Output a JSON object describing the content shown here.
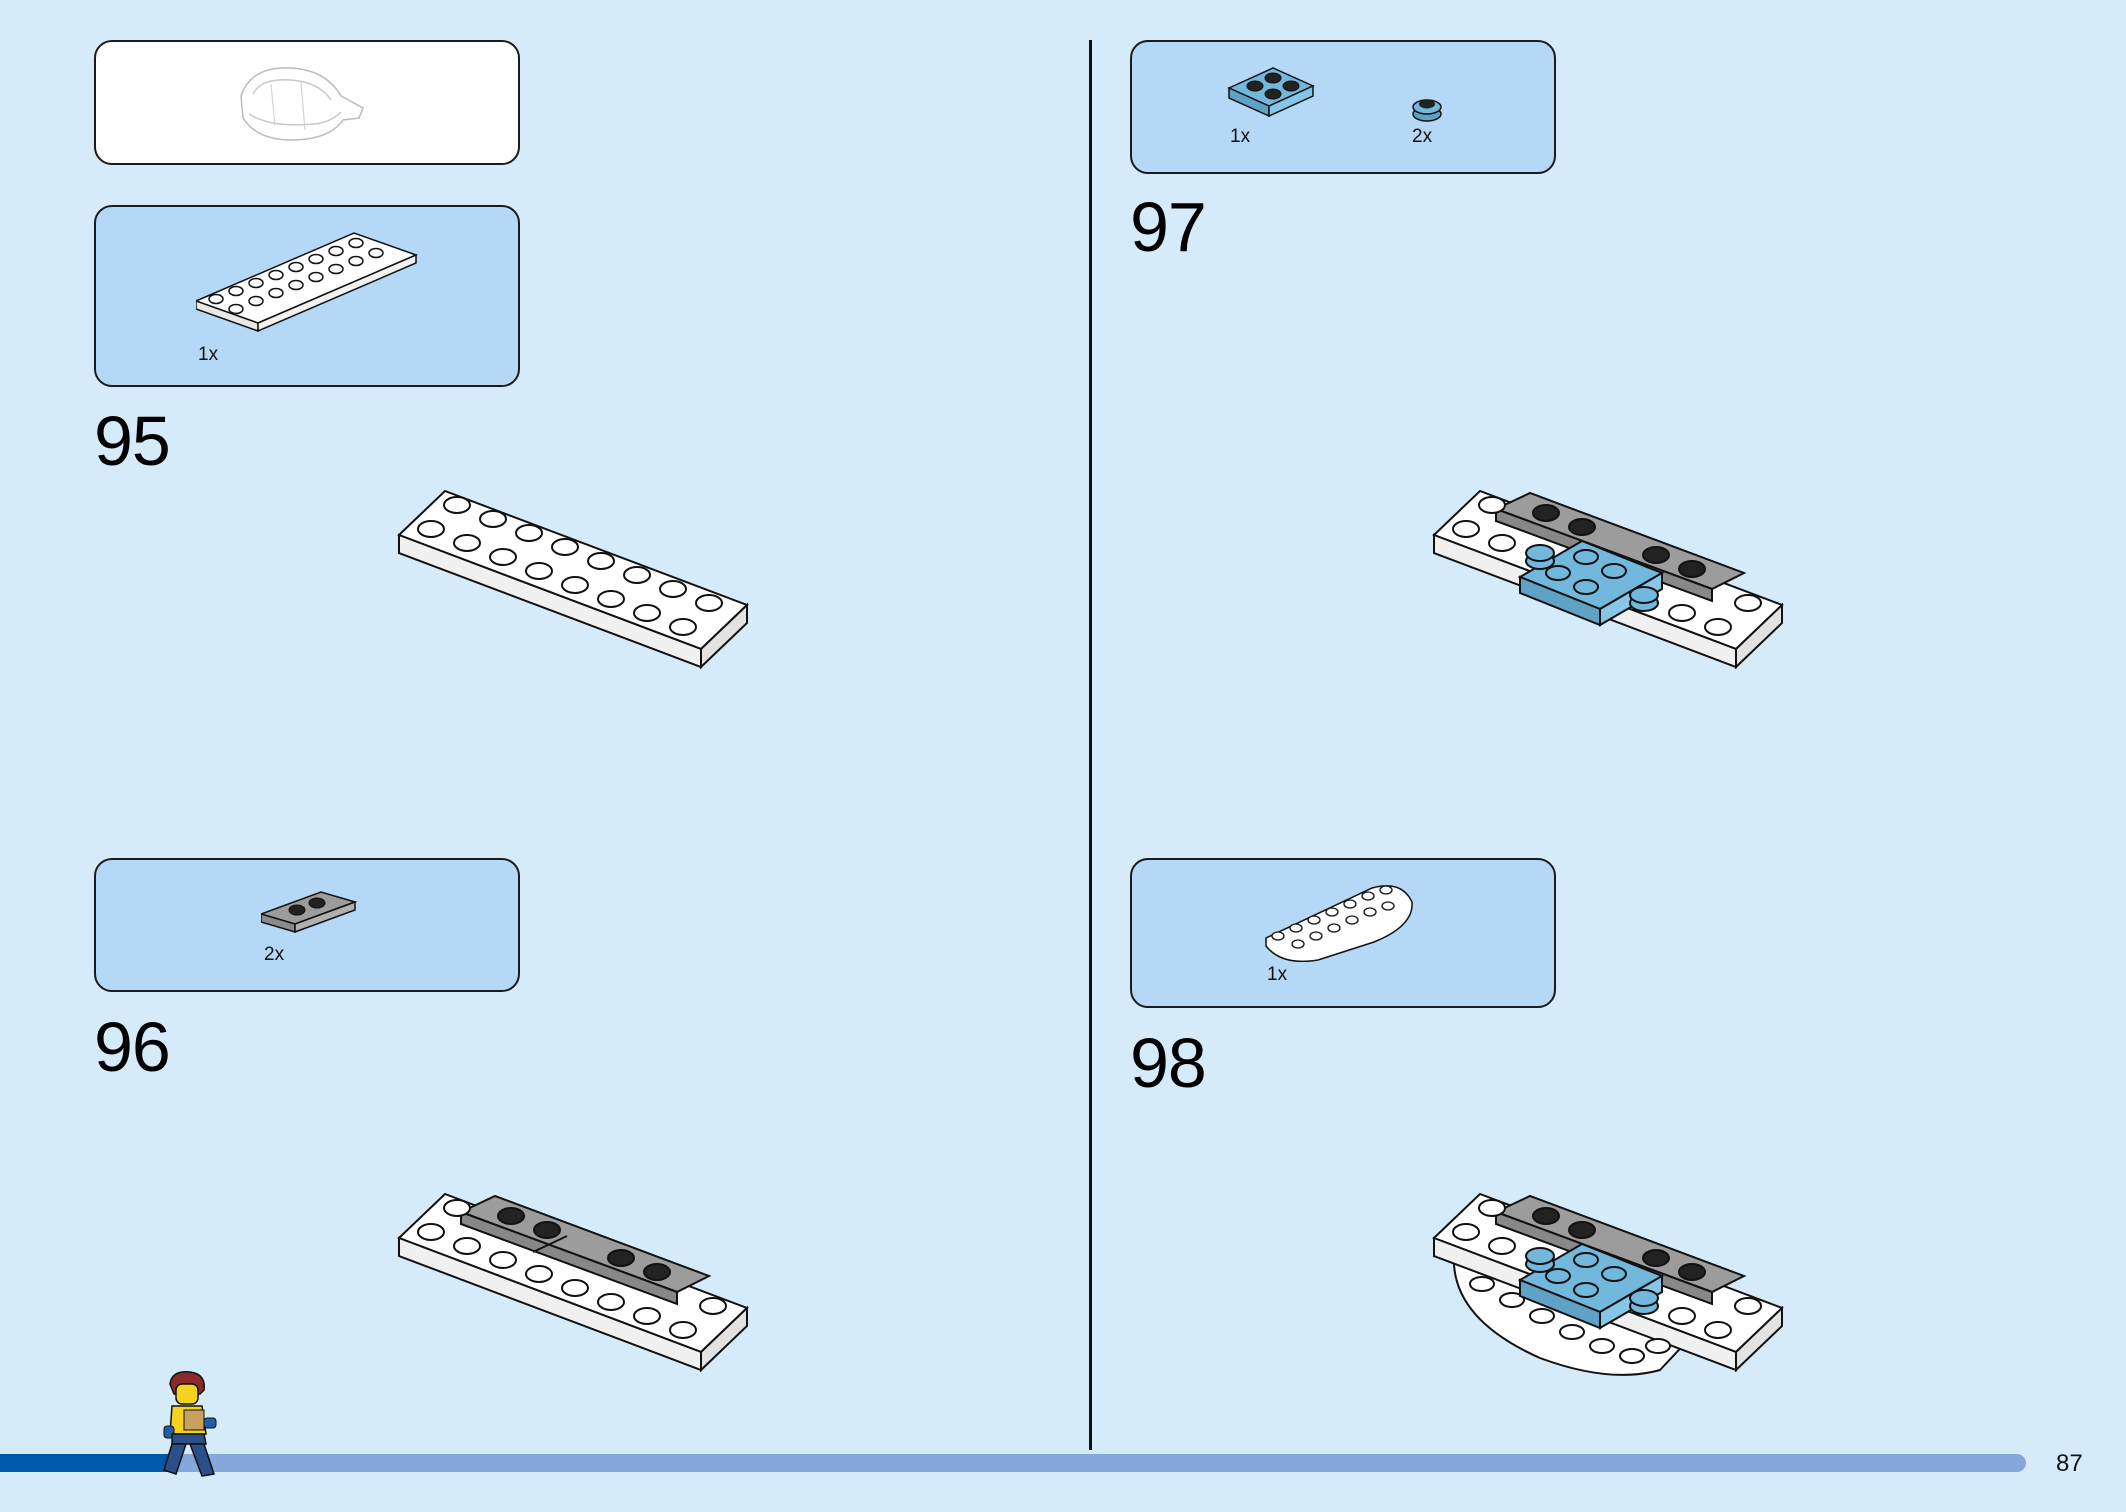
{
  "page": {
    "number": "87"
  },
  "progress": {
    "fraction": 0.085
  },
  "left_column": {
    "steps": [
      {
        "number": "95",
        "parts": [
          {
            "qty": "1x",
            "part": "white-2x10-plate-icon"
          }
        ]
      },
      {
        "number": "96",
        "parts": [
          {
            "qty": "2x",
            "part": "grey-1x4-jumper-plate-icon"
          }
        ]
      }
    ],
    "sub_assembly_preview": {
      "part": "white-canopy-sketch-icon"
    }
  },
  "right_column": {
    "steps": [
      {
        "number": "97",
        "parts": [
          {
            "qty": "1x",
            "part": "blue-2x2-plate-icon"
          },
          {
            "qty": "2x",
            "part": "blue-round-1x1-plate-icon"
          }
        ]
      },
      {
        "number": "98",
        "parts": [
          {
            "qty": "1x",
            "part": "white-half-round-plate-icon"
          }
        ]
      }
    ]
  },
  "colors": {
    "background": "#d6ebfa",
    "callout": "#b4d8f5",
    "white_brick": "#ffffff",
    "grey_brick": "#9c9c9c",
    "blue_brick": "#72b8dc",
    "progress_fill": "#0058a8",
    "progress_track": "#85a7d9"
  }
}
